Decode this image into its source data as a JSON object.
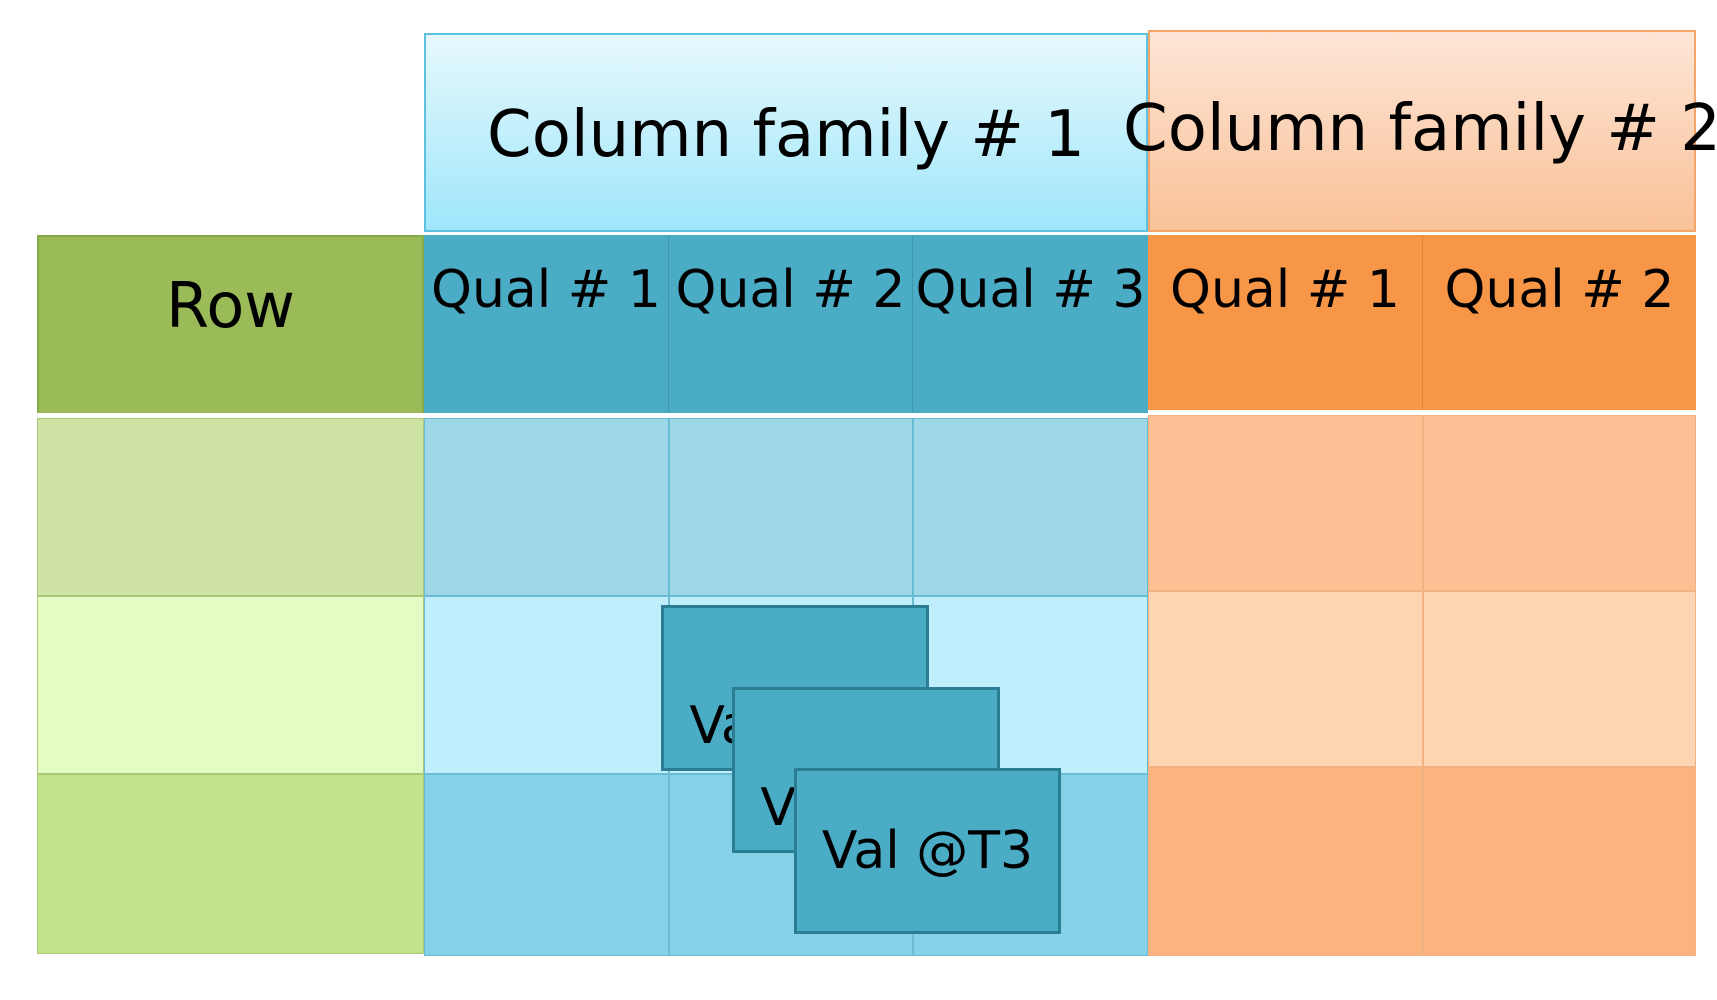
{
  "row_header": "Row",
  "families": [
    {
      "label": "Column family # 1",
      "qualifiers": [
        "Qual # 1",
        "Qual # 2",
        "Qual # 3"
      ]
    },
    {
      "label": "Column family # 2",
      "qualifiers": [
        "Qual # 1",
        "Qual # 2"
      ]
    }
  ],
  "versions": [
    "Val @T1",
    "Val @T2",
    "Val @T3"
  ],
  "colors": {
    "row_header": "#9bbb59",
    "row_cell_a": "#cde2a3",
    "row_cell_b": "#e4fbc4",
    "row_cell_c": "#c2e28c",
    "cf1_qualifier": "#4bacc6",
    "cf1_cell_a": "#9dd7e8",
    "cf1_cell_b": "#c0eefd",
    "cf1_cell_c": "#85d1e8",
    "cf2_qualifier": "#f79646",
    "cf2_cell_a": "#fbc195",
    "cf2_cell_b": "#fdd5b3",
    "cf2_cell_c": "#fbb47e",
    "value_box": "#4bacc6"
  }
}
